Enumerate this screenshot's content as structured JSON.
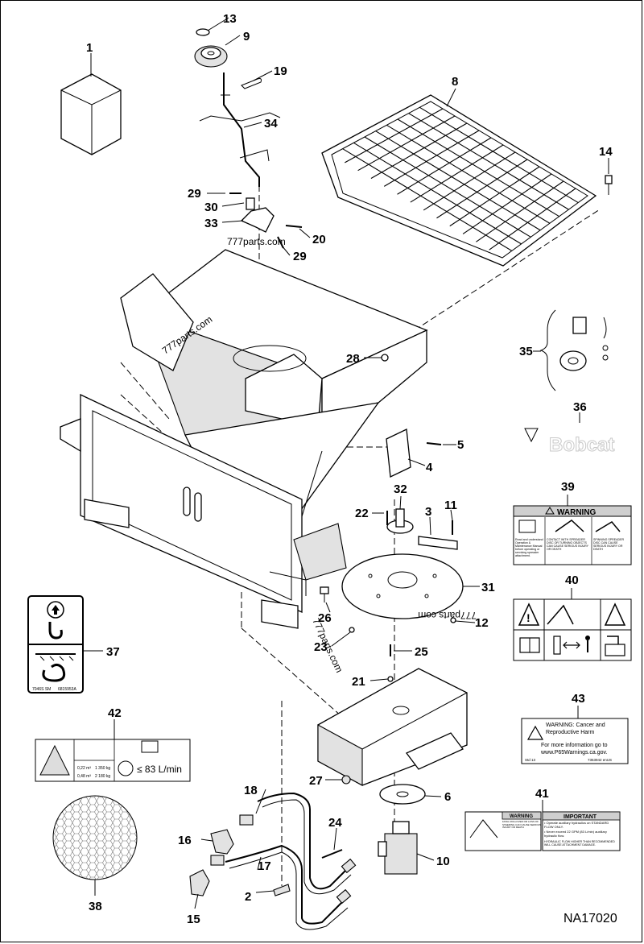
{
  "drawing_id": "NA17020",
  "watermarks": [
    "777parts.com",
    "777parts.com",
    "777parts.com",
    "777parts.com"
  ],
  "callouts": [
    "1",
    "2",
    "3",
    "4",
    "5",
    "6",
    "8",
    "9",
    "10",
    "11",
    "12",
    "13",
    "14",
    "15",
    "16",
    "17",
    "18",
    "19",
    "20",
    "21",
    "22",
    "23",
    "24",
    "25",
    "26",
    "27",
    "28",
    "29",
    "29",
    "30",
    "31",
    "32",
    "33",
    "34",
    "35",
    "36",
    "37",
    "38",
    "39",
    "40",
    "41",
    "42",
    "43"
  ],
  "decals": {
    "d36_brand": "Bobcat",
    "d39_title": "WARNING",
    "d39_col1": "Read and understand Operation & Maintenance Manual before operating or servicing spreader attachment.",
    "d39_col2": "CONTACT WITH SPREADER DISC OR TURNING OBJECTS CAN CAUSE SERIOUS INJURY OR DEATH",
    "d39_col3": "SPINNING SPREADER DISC CAN CAUSE SERIOUS INJURY OR DEATH",
    "d37_code_left": "7046S SM",
    "d37_code_right": "6815953A",
    "d42_rate": "≤ 83 L/min",
    "d42_v1": "0,22 m³",
    "d42_v2": "0,48 m³",
    "d42_w1": "1 350 kg",
    "d42_w2": "2 180 kg",
    "d43_title": "WARNING: Cancer and Reproductive Harm",
    "d43_line": "For more information go to",
    "d43_url": "www.P65Warnings.ca.gov.",
    "d43_code_left": "Std 13",
    "d43_code_right": "7353942 enUS",
    "d41_warning": "WARNING",
    "d41_important": "IMPORTANT",
    "d41_w1": "FATAL ROLLOVER OR LOSS OF STEERING CAN CAUSE SERIOUS INJURY OR DEATH",
    "d41_i1": "• Operate auxiliary hydraulics on STANDARD FLOW ONLY.",
    "d41_i2": "• Never exceed 22 GPM (83 L/min) auxiliary hydraulic flow.",
    "d41_i3": "HYDRAULIC FLOW HIGHER THAN RECOMMENDED WILL CAUSE ATTACHMENT DAMAGE."
  }
}
